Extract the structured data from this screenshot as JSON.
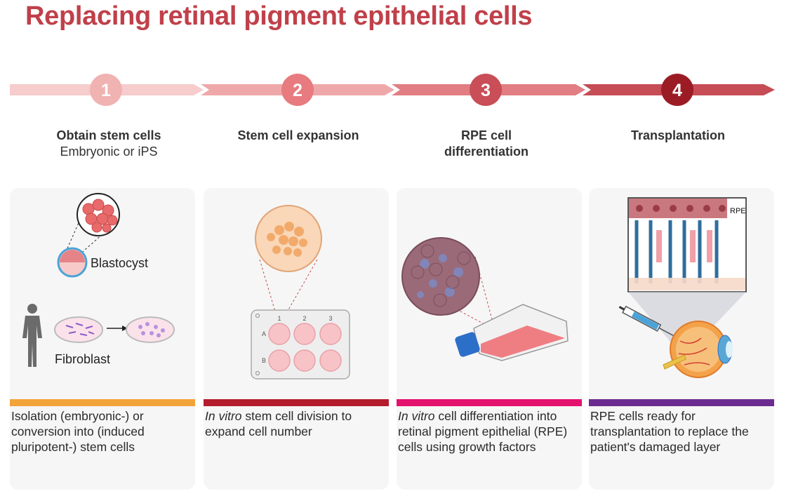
{
  "title": "Replacing retinal pigment epithelial cells",
  "colors": {
    "title": "#c0404a",
    "step1": "#f1b2b2",
    "step2": "#e77b80",
    "step3": "#c94e57",
    "step4": "#9b1c25",
    "bar1": "#f2a33a",
    "bar2": "#b41d2e",
    "bar3": "#e3126e",
    "bar4": "#6b2b91"
  },
  "steps": [
    {
      "number": "1",
      "heading": "Obtain stem cells",
      "subheading": "Embryonic or iPS"
    },
    {
      "number": "2",
      "heading": "Stem cell expansion",
      "subheading": ""
    },
    {
      "number": "3",
      "heading": "RPE cell",
      "heading2": "differentiation"
    },
    {
      "number": "4",
      "heading": "Transplantation",
      "subheading": ""
    }
  ],
  "panel1": {
    "blastocyst_label": "Blastocyst",
    "fibroblast_label": "Fibroblast",
    "desc": "Isolation (embryonic-) or conversion into (induced pluripotent-) stem cells"
  },
  "panel2": {
    "plate_cols": [
      "1",
      "2",
      "3"
    ],
    "plate_rows": [
      "A",
      "B"
    ],
    "desc_italic": "In vitro",
    "desc_rest": " stem cell division to expand cell number"
  },
  "panel3": {
    "desc_italic": "In vitro",
    "desc_rest": " cell differentiation into retinal pigment epithelial (RPE) cells using growth factors"
  },
  "panel4": {
    "rpe_label": "RPE",
    "desc": "RPE cells ready for transplantation to replace the patient's damaged layer"
  }
}
